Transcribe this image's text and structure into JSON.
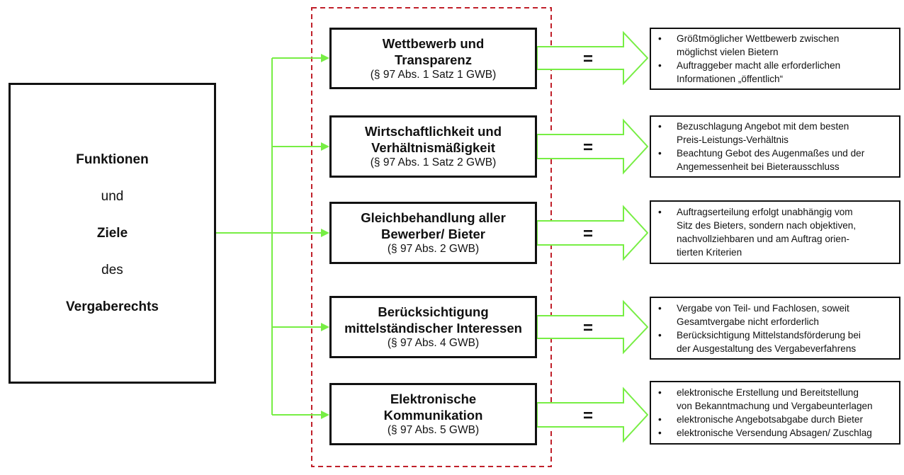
{
  "main": {
    "lines": [
      "Funktionen",
      "und",
      "Ziele",
      "des",
      "Vergaberechts"
    ]
  },
  "principles": [
    {
      "title_lines": [
        "Wettbewerb und",
        "Transparenz"
      ],
      "ref": "(§ 97 Abs. 1 Satz 1 GWB)",
      "equals": "=",
      "bullets": [
        "Größtmöglicher Wettbewerb zwischen\nmöglichst vielen Bietern",
        "Auftraggeber macht alle erforderlichen\nInformationen „öffentlich“"
      ]
    },
    {
      "title_lines": [
        "Wirtschaftlichkeit und",
        "Verhältnismäßigkeit"
      ],
      "ref": "(§ 97 Abs. 1 Satz 2 GWB)",
      "equals": "=",
      "bullets": [
        "Bezuschlagung Angebot mit dem besten\nPreis-Leistungs-Verhältnis",
        "Beachtung Gebot des Augenmaßes und der\nAngemessenheit bei Bieterausschluss"
      ]
    },
    {
      "title_lines": [
        "Gleichbehandlung aller",
        "Bewerber/ Bieter"
      ],
      "ref": "(§ 97 Abs. 2 GWB)",
      "equals": "=",
      "bullets": [
        "Auftragserteilung erfolgt unabhängig vom\nSitz des Bieters, sondern nach objektiven,\nnachvollziehbaren und am Auftrag orien-\ntierten Kriterien"
      ]
    },
    {
      "title_lines": [
        "Berücksichtigung",
        "mittelständischer Interessen"
      ],
      "ref": "(§ 97 Abs. 4 GWB)",
      "equals": "=",
      "bullets": [
        "Vergabe von Teil- und Fachlosen, soweit\nGesamtvergabe nicht erforderlich",
        "Berücksichtigung Mittelstandsförderung bei\nder Ausgestaltung des Vergabeverfahrens"
      ]
    },
    {
      "title_lines": [
        "Elektronische",
        "Kommunikation"
      ],
      "ref": "(§ 97 Abs. 5 GWB)",
      "equals": "=",
      "bullets": [
        "elektronische Erstellung und Bereitstellung\nvon Bekanntmachung und Vergabeunterlagen",
        "elektronische Angebotsabgabe durch Bieter",
        "elektronische Versendung Absagen/ Zuschlag"
      ]
    }
  ],
  "bullet_symbol": "•",
  "colors": {
    "connector": "#77ee44",
    "dashed_frame": "#c0202a",
    "box_border": "#111111"
  }
}
